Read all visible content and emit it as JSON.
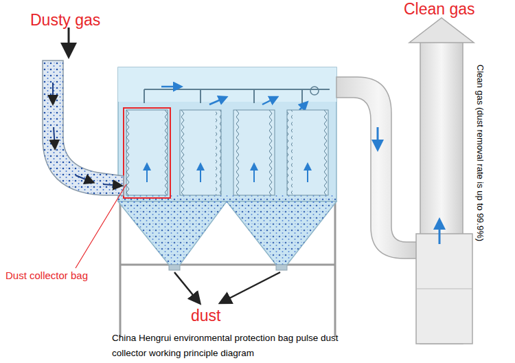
{
  "diagram": {
    "caption": "China Hengrui environmental protection bag pulse dust collector working principle diagram",
    "labels": [
      "Dusty gas",
      "Clean gas",
      "Clean gas (dust removal rate is up to 99.9%)",
      "Dust collector bag",
      "dust"
    ]
  }
}
